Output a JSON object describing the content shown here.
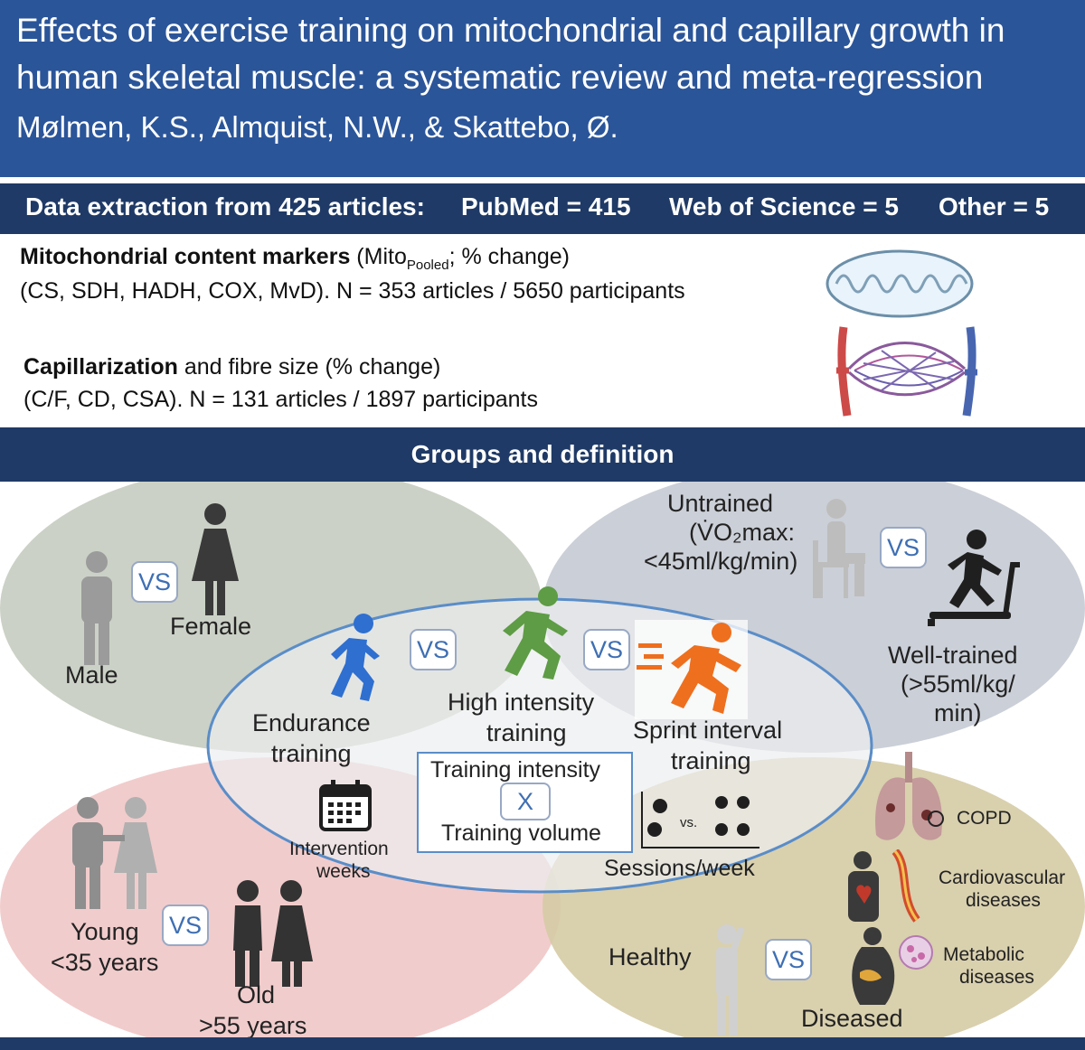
{
  "header": {
    "title": "Effects of exercise training on mitochondrial and capillary growth in human skeletal muscle: a systematic review and meta-regression",
    "authors": "Mølmen, K.S., Almquist, N.W., & Skattebo, Ø."
  },
  "extraction": {
    "main": "Data extraction from 425 articles:",
    "pubmed": "PubMed = 415",
    "wos": "Web of Science = 5",
    "other": "Other = 5"
  },
  "mito": {
    "bold": "Mitochondrial content markers",
    "paren_open": " (Mito",
    "subscript": "Pooled",
    "paren_rest": "; % change)",
    "line2": "(CS, SDH, HADH, COX, MvD). N = 353 articles / 5650 participants"
  },
  "cap": {
    "bold": "Capillarization",
    "rest": " and fibre size (% change)",
    "line2": "(C/F, CD, CSA). N = 131 articles / 1897 participants"
  },
  "groups_title": "Groups and definition",
  "vs_label": "VS",
  "sex": {
    "male": "Male",
    "female": "Female"
  },
  "fitness": {
    "untrained_1": "Untrained",
    "untrained_2": "(V̇O₂max:",
    "untrained_3": "<45ml/kg/min)",
    "trained_1": "Well-trained",
    "trained_2": "(>55ml/kg/",
    "trained_3": "min)"
  },
  "training": {
    "endurance_1": "Endurance",
    "endurance_2": "training",
    "hit_1": "High intensity",
    "hit_2": "training",
    "sit_1": "Sprint interval",
    "sit_2": "training",
    "intensity": "Training intensity",
    "x": "X",
    "volume": "Training volume",
    "weeks_1": "Intervention",
    "weeks_2": "weeks",
    "sessions": "Sessions/week",
    "bikes_vs": "vs."
  },
  "age": {
    "young_1": "Young",
    "young_2": "<35 years",
    "old_1": "Old",
    "old_2": ">55 years"
  },
  "health": {
    "healthy": "Healthy",
    "diseased": "Diseased",
    "copd": "COPD",
    "cvd_1": "Cardiovascular",
    "cvd_2": "diseases",
    "met_1": "Metabolic",
    "met_2": "diseases"
  },
  "colors": {
    "header_bg": "#2b5599",
    "bar_bg": "#1f3a66",
    "sex_ellipse": "#c5ccc0",
    "fitness_ellipse": "#c5cad3",
    "age_ellipse": "#efc7c7",
    "health_ellipse": "#d5cba5",
    "center_ellipse": "#eceef0",
    "center_stroke": "#5a8dc8",
    "runner_blue": "#2e6fd0",
    "runner_green": "#5e9c45",
    "runner_orange": "#ee6f1e"
  }
}
